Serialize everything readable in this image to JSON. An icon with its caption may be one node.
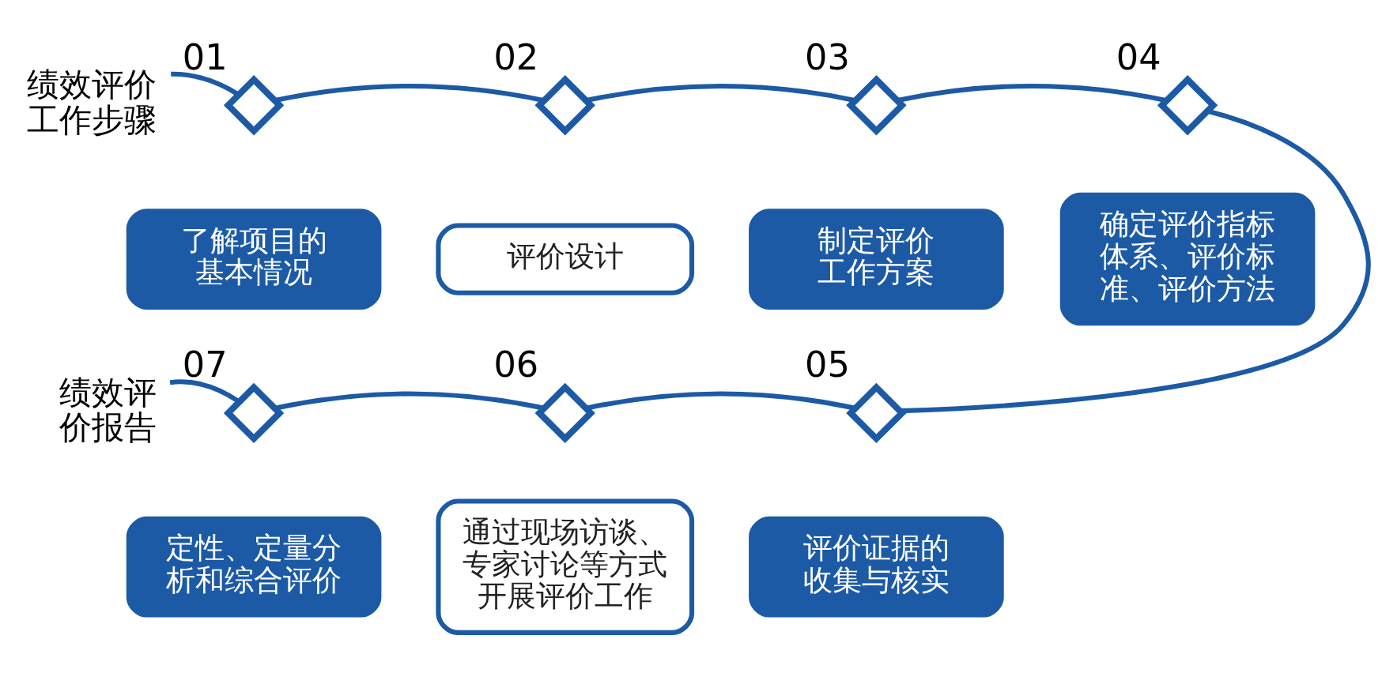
{
  "diagram": {
    "nodes": [
      {
        "text": [
          "绩效评价工作步骤"
        ]
      },
      {
        "text": [],
        "shape": "diamond",
        "beside": [
          "01"
        ]
      },
      {
        "text": [
          "了解项目的基本情况"
        ]
      },
      {
        "text": [],
        "shape": "diamond",
        "beside": [
          "02"
        ]
      },
      {
        "text": [
          "评价设计"
        ]
      },
      {
        "text": [],
        "shape": "diamond",
        "beside": [
          "03"
        ]
      },
      {
        "text": [
          "制定评价工作方案"
        ]
      },
      {
        "text": [],
        "shape": "diamond",
        "beside": [
          "04"
        ]
      },
      {
        "text": [
          "确定评价指标体系、评价标准、评价方法"
        ]
      },
      {
        "text": [],
        "shape": "diamond",
        "beside": [
          "05"
        ]
      },
      {
        "text": [
          "评价证据的收集与核实"
        ]
      },
      {
        "text": [],
        "shape": "diamond",
        "beside": [
          "06"
        ]
      },
      {
        "text": [
          "通过现场访谈、专家讨论等方式开展评价工作"
        ]
      },
      {
        "text": [],
        "shape": "diamond",
        "beside": [
          "07"
        ]
      },
      {
        "text": [
          "定性、定量分析和综合评价"
        ]
      },
      {
        "text": [
          "绩效评价报告"
        ]
      }
    ],
    "edges": [
      {
        "from": 0,
        "to": 1,
        "arrow": "none"
      },
      {
        "from": 1,
        "to": 3,
        "arrow": "none"
      },
      {
        "from": 3,
        "to": 5,
        "arrow": "none"
      },
      {
        "from": 5,
        "to": 7,
        "arrow": "none"
      },
      {
        "from": 7,
        "to": 9,
        "arrow": "none"
      },
      {
        "from": 9,
        "to": 11,
        "arrow": "none"
      },
      {
        "from": 11,
        "to": 13,
        "arrow": "none"
      },
      {
        "from": 13,
        "to": 15,
        "arrow": "none"
      }
    ]
  }
}
